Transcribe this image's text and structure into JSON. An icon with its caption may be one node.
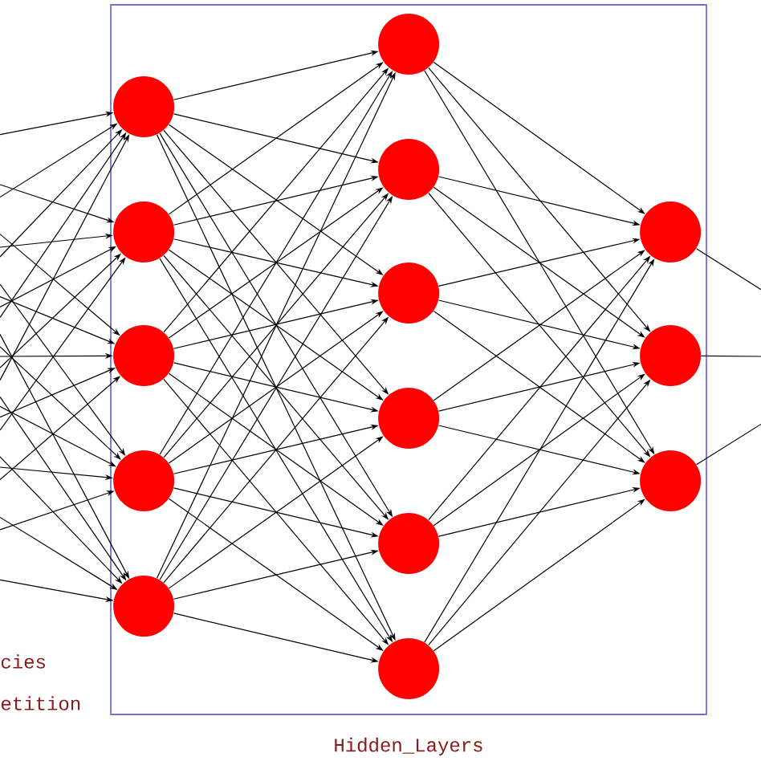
{
  "diagram": {
    "nodes": [
      {
        "text": [
          "Hidden_Layers"
        ]
      },
      {
        "text": [],
        "shape": "circle",
        "in": 0
      },
      {
        "text": [],
        "shape": "circle",
        "in": 0
      },
      {
        "text": [],
        "shape": "circle",
        "in": 0
      },
      {
        "text": [],
        "shape": "circle",
        "in": 0
      },
      {
        "text": [],
        "shape": "circle",
        "in": 0
      },
      {
        "text": [],
        "shape": "circle",
        "in": 0
      },
      {
        "text": [],
        "shape": "circle",
        "in": 0
      },
      {
        "text": [],
        "shape": "circle",
        "in": 0
      },
      {
        "text": [],
        "shape": "circle",
        "in": 0
      },
      {
        "text": [],
        "shape": "circle",
        "in": 0
      },
      {
        "text": [],
        "shape": "circle",
        "in": 0
      },
      {
        "text": [],
        "shape": "circle",
        "in": 0
      },
      {
        "text": [],
        "shape": "circle",
        "in": 0
      },
      {
        "text": [],
        "shape": "circle",
        "in": 0
      }
    ],
    "edges": [
      {
        "from": null,
        "to": 1,
        "arrow": "to"
      },
      {
        "from": null,
        "to": 1,
        "arrow": "to"
      },
      {
        "from": null,
        "to": 1,
        "arrow": "to"
      },
      {
        "from": null,
        "to": 1,
        "arrow": "to"
      },
      {
        "from": null,
        "to": 1,
        "arrow": "to"
      },
      {
        "from": null,
        "to": 2,
        "arrow": "to"
      },
      {
        "from": null,
        "to": 2,
        "arrow": "to"
      },
      {
        "from": null,
        "to": 2,
        "arrow": "to"
      },
      {
        "from": null,
        "to": 2,
        "arrow": "to"
      },
      {
        "from": null,
        "to": 2,
        "arrow": "to"
      },
      {
        "from": null,
        "to": 3,
        "arrow": "to"
      },
      {
        "from": null,
        "to": 3,
        "arrow": "to"
      },
      {
        "from": null,
        "to": 3,
        "arrow": "to"
      },
      {
        "from": null,
        "to": 3,
        "arrow": "to"
      },
      {
        "from": null,
        "to": 3,
        "arrow": "to"
      },
      {
        "from": null,
        "to": 4,
        "arrow": "to"
      },
      {
        "from": null,
        "to": 4,
        "arrow": "to"
      },
      {
        "from": null,
        "to": 4,
        "arrow": "to"
      },
      {
        "from": null,
        "to": 4,
        "arrow": "to"
      },
      {
        "from": null,
        "to": 4,
        "arrow": "to"
      },
      {
        "from": null,
        "to": 5,
        "arrow": "to"
      },
      {
        "from": null,
        "to": 5,
        "arrow": "to"
      },
      {
        "from": null,
        "to": 5,
        "arrow": "to"
      },
      {
        "from": null,
        "to": 5,
        "arrow": "to"
      },
      {
        "from": null,
        "to": 5,
        "arrow": "to"
      },
      {
        "from": 1,
        "to": 6,
        "arrow": "to"
      },
      {
        "from": 1,
        "to": 7,
        "arrow": "to"
      },
      {
        "from": 1,
        "to": 8,
        "arrow": "to"
      },
      {
        "from": 1,
        "to": 9,
        "arrow": "to"
      },
      {
        "from": 1,
        "to": 10,
        "arrow": "to"
      },
      {
        "from": 1,
        "to": 11,
        "arrow": "to"
      },
      {
        "from": 2,
        "to": 6,
        "arrow": "to"
      },
      {
        "from": 2,
        "to": 7,
        "arrow": "to"
      },
      {
        "from": 2,
        "to": 8,
        "arrow": "to"
      },
      {
        "from": 2,
        "to": 9,
        "arrow": "to"
      },
      {
        "from": 2,
        "to": 10,
        "arrow": "to"
      },
      {
        "from": 2,
        "to": 11,
        "arrow": "to"
      },
      {
        "from": 3,
        "to": 6,
        "arrow": "to"
      },
      {
        "from": 3,
        "to": 7,
        "arrow": "to"
      },
      {
        "from": 3,
        "to": 8,
        "arrow": "to"
      },
      {
        "from": 3,
        "to": 9,
        "arrow": "to"
      },
      {
        "from": 3,
        "to": 10,
        "arrow": "to"
      },
      {
        "from": 3,
        "to": 11,
        "arrow": "to"
      },
      {
        "from": 4,
        "to": 6,
        "arrow": "to"
      },
      {
        "from": 4,
        "to": 7,
        "arrow": "to"
      },
      {
        "from": 4,
        "to": 8,
        "arrow": "to"
      },
      {
        "from": 4,
        "to": 9,
        "arrow": "to"
      },
      {
        "from": 4,
        "to": 10,
        "arrow": "to"
      },
      {
        "from": 4,
        "to": 11,
        "arrow": "to"
      },
      {
        "from": 5,
        "to": 6,
        "arrow": "to"
      },
      {
        "from": 5,
        "to": 7,
        "arrow": "to"
      },
      {
        "from": 5,
        "to": 8,
        "arrow": "to"
      },
      {
        "from": 5,
        "to": 9,
        "arrow": "to"
      },
      {
        "from": 5,
        "to": 10,
        "arrow": "to"
      },
      {
        "from": 5,
        "to": 11,
        "arrow": "to"
      },
      {
        "from": 6,
        "to": 12,
        "arrow": "to"
      },
      {
        "from": 6,
        "to": 13,
        "arrow": "to"
      },
      {
        "from": 6,
        "to": 14,
        "arrow": "to"
      },
      {
        "from": 7,
        "to": 12,
        "arrow": "to"
      },
      {
        "from": 7,
        "to": 13,
        "arrow": "to"
      },
      {
        "from": 7,
        "to": 14,
        "arrow": "to"
      },
      {
        "from": 8,
        "to": 12,
        "arrow": "to"
      },
      {
        "from": 8,
        "to": 13,
        "arrow": "to"
      },
      {
        "from": 8,
        "to": 14,
        "arrow": "to"
      },
      {
        "from": 9,
        "to": 12,
        "arrow": "to"
      },
      {
        "from": 9,
        "to": 13,
        "arrow": "to"
      },
      {
        "from": 9,
        "to": 14,
        "arrow": "to"
      },
      {
        "from": 10,
        "to": 12,
        "arrow": "to"
      },
      {
        "from": 10,
        "to": 13,
        "arrow": "to"
      },
      {
        "from": 10,
        "to": 14,
        "arrow": "to"
      },
      {
        "from": 11,
        "to": 12,
        "arrow": "to"
      },
      {
        "from": 11,
        "to": 13,
        "arrow": "to"
      },
      {
        "from": 11,
        "to": 14,
        "arrow": "to"
      },
      {
        "from": 12,
        "to": null,
        "arrow": "none"
      },
      {
        "from": 13,
        "to": null,
        "arrow": "none"
      },
      {
        "from": 14,
        "to": null,
        "arrow": "none"
      }
    ],
    "labels": [
      "cies",
      "etition"
    ]
  }
}
